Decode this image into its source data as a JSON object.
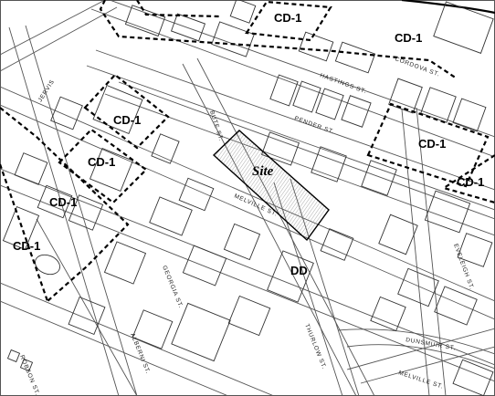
{
  "streets": {
    "cordova": "CORDOVA ST.",
    "hastings": "HASTINGS ST.",
    "pender": "PENDER ST.",
    "jervis": "JERVIS",
    "bute": "BUTE ST.",
    "melville_upper": "MELVILLE ST.",
    "georgia": "GEORGIA ST.",
    "alberni": "ALBERNI ST.",
    "robson": "ROBSON ST.",
    "thurlow": "THURLOW ST.",
    "dunsmuir": "DUNSMUIR ST.",
    "melville_lower": "MELVILLE ST.",
    "eveleigh": "EVELEIGH ST."
  },
  "zones": {
    "top_center": "CD-1",
    "top_right": "CD-1",
    "left_upper": "CD-1",
    "left_middle": "CD-1",
    "left_lower": "CD-1",
    "left_bottom": "CD-1",
    "right_middle": "CD-1",
    "right_edge": "CD-1",
    "downtown_district": "DD"
  },
  "site_label": "Site"
}
